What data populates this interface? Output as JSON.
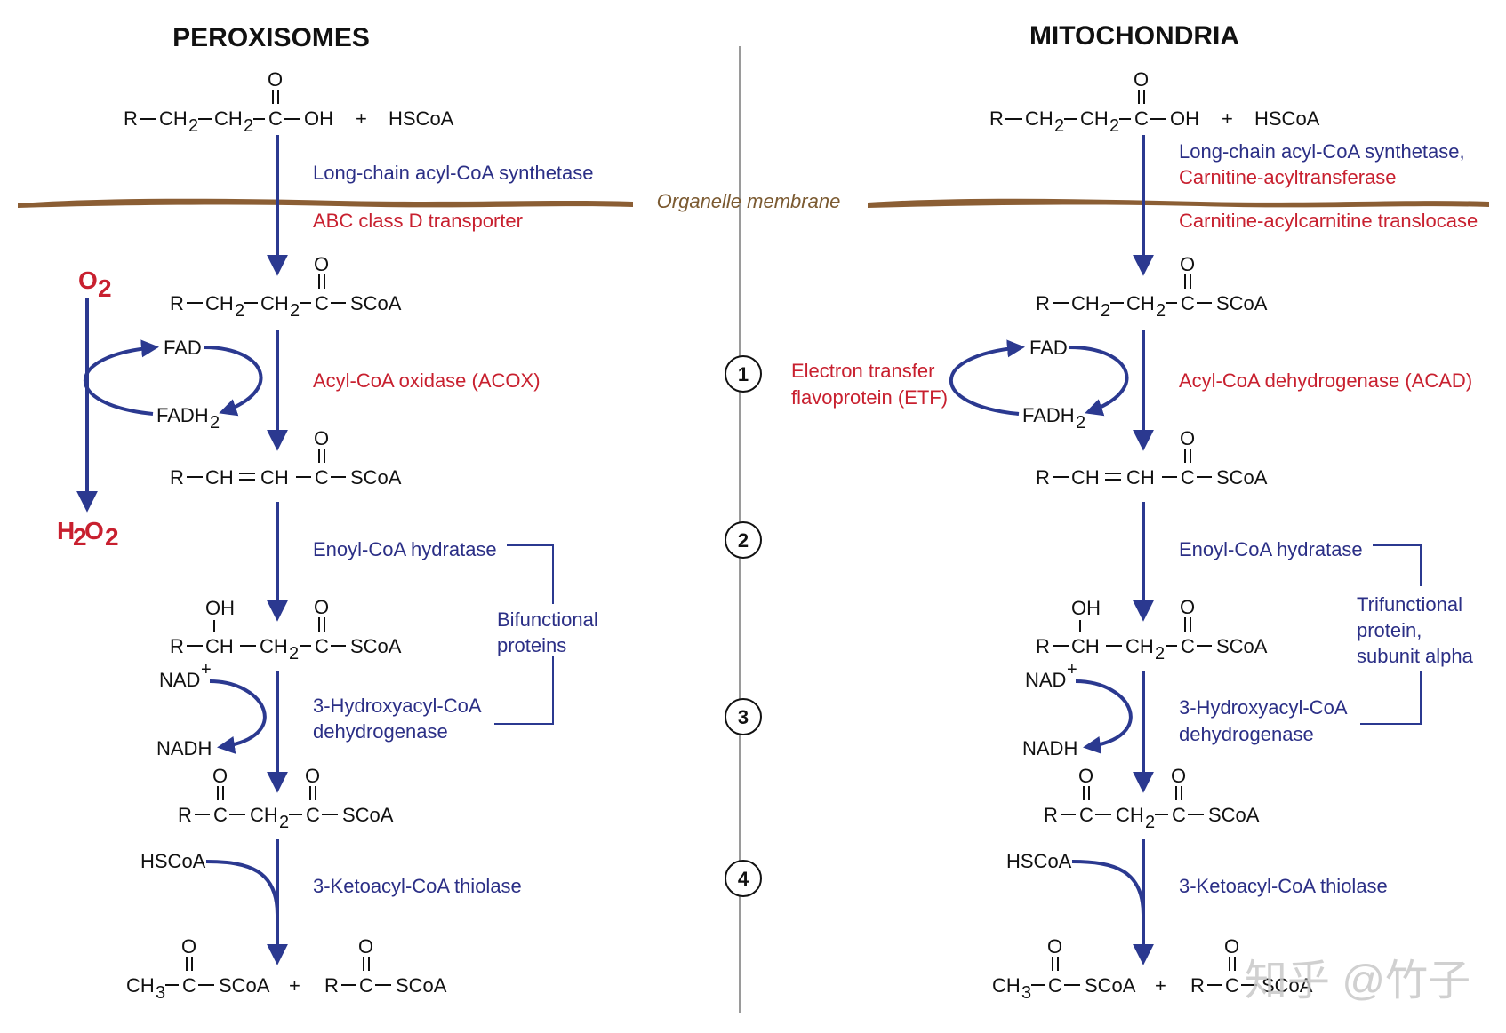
{
  "titles": {
    "left": "PEROXISOMES",
    "right": "MITOCHONDRIA"
  },
  "membrane": {
    "label": "Organelle membrane",
    "color": "#8b5e34"
  },
  "colors": {
    "pathway": "#2b3990",
    "enzyme_blue": "#2b2f86",
    "enzyme_red": "#c8202f",
    "divider": "#9a9a9a"
  },
  "chem": {
    "R": "R",
    "CH2": "CH",
    "sub2": "2",
    "sub3": "3",
    "C": "C",
    "OH": "OH",
    "O": "O",
    "plus": "+",
    "HSCoA": "HSCoA",
    "SCoA": "SCoA",
    "CH": "CH",
    "CH3": "CH",
    "eq": "═",
    "FAD": "FAD",
    "FADH": "FADH",
    "NAD": "NAD",
    "plus_sup": "+",
    "NADH": "NADH",
    "O2_main": "O",
    "H2O2_H": "H",
    "H2O2_O": "O"
  },
  "steps": [
    "1",
    "2",
    "3",
    "4"
  ],
  "left": {
    "synthetase": "Long-chain acyl-CoA synthetase",
    "transporter": "ABC class D transporter",
    "oxidase": "Acyl-CoA oxidase (ACOX)",
    "hydratase": "Enoyl-CoA hydratase",
    "bifunctional_1": "Bifunctional",
    "bifunctional_2": "proteins",
    "dehydrogenase_1": "3-Hydroxyacyl-CoA",
    "dehydrogenase_2": "dehydrogenase",
    "thiolase": "3-Ketoacyl-CoA thiolase"
  },
  "right": {
    "synthetase": "Long-chain acyl-CoA synthetase,",
    "acyltransferase": "Carnitine-acyltransferase",
    "translocase": "Carnitine-acylcarnitine translocase",
    "etf_1": "Electron transfer",
    "etf_2": "flavoprotein (ETF)",
    "dehydrogenase": "Acyl-CoA dehydrogenase (ACAD)",
    "hydratase": "Enoyl-CoA hydratase",
    "trifunctional_1": "Trifunctional",
    "trifunctional_2": "protein,",
    "trifunctional_3": "subunit alpha",
    "hydroxy_1": "3-Hydroxyacyl-CoA",
    "hydroxy_2": "dehydrogenase",
    "thiolase": "3-Ketoacyl-CoA thiolase"
  },
  "watermark": "知乎 @竹子"
}
